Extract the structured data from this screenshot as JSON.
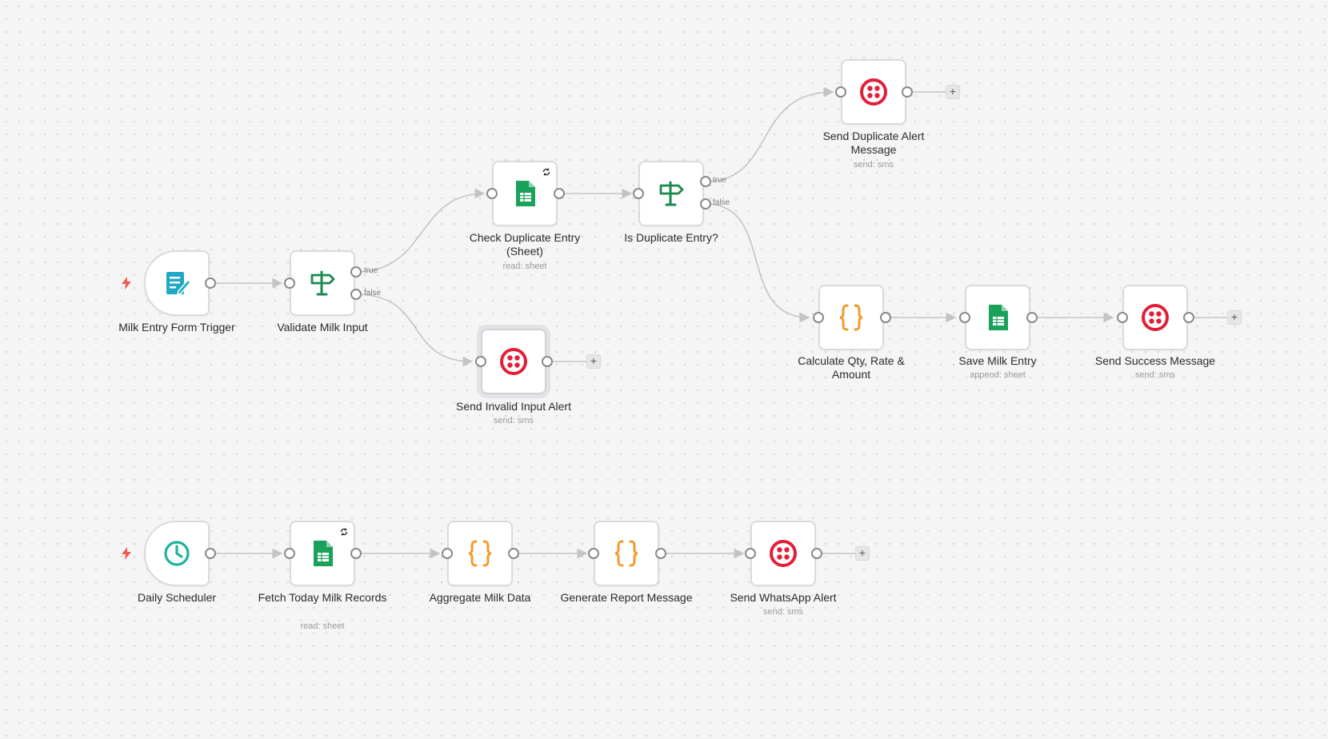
{
  "colors": {
    "canvas": "#f5f5f5",
    "wire": "#c4c4c4",
    "port": "#8a8a8a",
    "twilio": "#e31e38",
    "sheets": "#1aa25a",
    "code": "#f39a2b",
    "switch": "#1a8a4e",
    "form": "#1fa9c4",
    "schedule": "#1cb39c",
    "trigger_bolt": "#ee5a52"
  },
  "nodes": {
    "form_trigger": {
      "title": "Milk Entry Form Trigger",
      "icon": "form-icon"
    },
    "validate": {
      "title": "Validate Milk Input",
      "icon": "switch-icon",
      "true_label": "true",
      "false_label": "false"
    },
    "check_dup": {
      "title": "Check Duplicate Entry (Sheet)",
      "subtitle": "read: sheet",
      "icon": "google-sheets-icon"
    },
    "is_dup": {
      "title": "Is Duplicate Entry?",
      "icon": "switch-icon",
      "true_label": "true",
      "false_label": "false"
    },
    "dup_alert": {
      "title": "Send Duplicate Alert Message",
      "subtitle": "send: sms",
      "icon": "twilio-icon"
    },
    "invalid_alert": {
      "title": "Send Invalid Input Alert",
      "subtitle": "send: sms",
      "icon": "twilio-icon"
    },
    "calc": {
      "title": "Calculate Qty, Rate & Amount",
      "icon": "code-icon"
    },
    "save": {
      "title": "Save Milk Entry",
      "subtitle": "append: sheet",
      "icon": "google-sheets-icon"
    },
    "success": {
      "title": "Send Success Message",
      "subtitle": "send: sms",
      "icon": "twilio-icon"
    },
    "scheduler": {
      "title": "Daily Scheduler",
      "icon": "clock-icon"
    },
    "fetch": {
      "title": "Fetch Today Milk Records",
      "subtitle": "read: sheet",
      "icon": "google-sheets-icon"
    },
    "aggregate": {
      "title": "Aggregate Milk Data",
      "icon": "code-icon"
    },
    "report": {
      "title": "Generate Report Message",
      "icon": "code-icon"
    },
    "whatsapp": {
      "title": "Send WhatsApp Alert",
      "subtitle": "send: sms",
      "icon": "twilio-icon"
    }
  },
  "add_button_label": "+"
}
